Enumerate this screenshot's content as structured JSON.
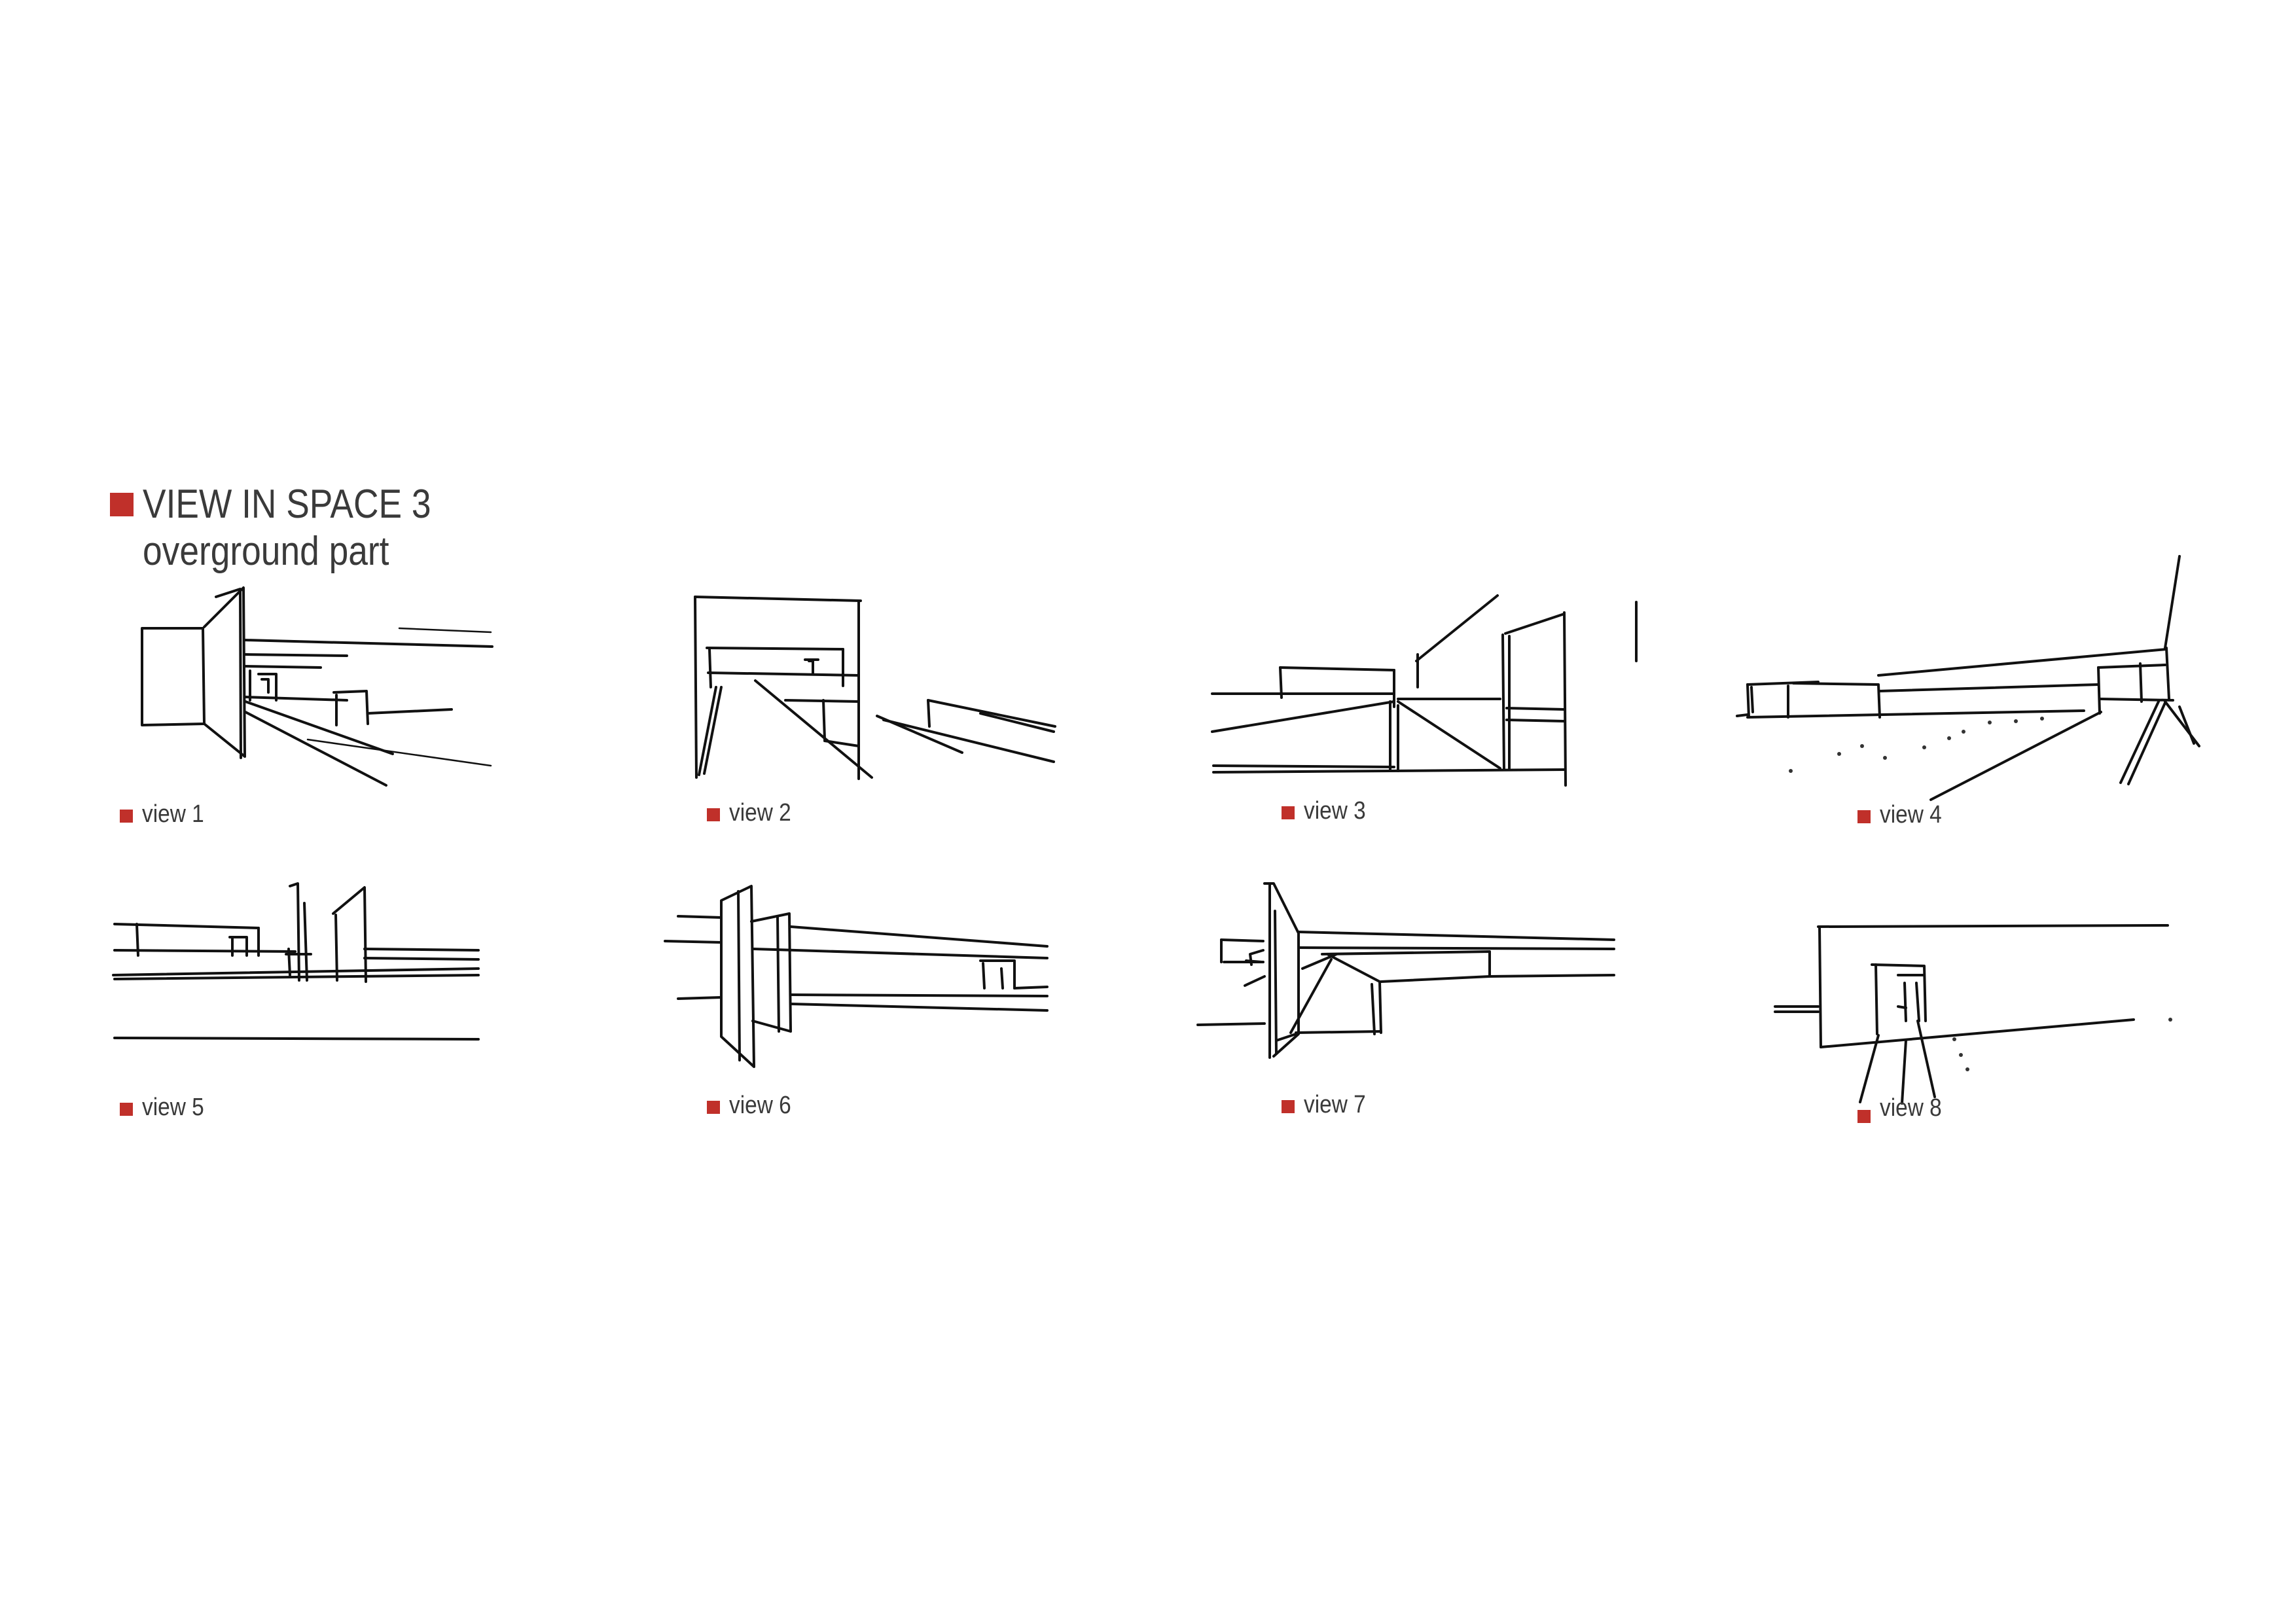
{
  "heading": {
    "title": "VIEW IN SPACE 3",
    "subtitle": "overground part",
    "accent_color": "#c0302a"
  },
  "views": [
    {
      "label": "view 1"
    },
    {
      "label": "view 2"
    },
    {
      "label": "view 3"
    },
    {
      "label": "view 4"
    },
    {
      "label": "view 5"
    },
    {
      "label": "view 6"
    },
    {
      "label": "view 7"
    },
    {
      "label": "view 8"
    }
  ]
}
